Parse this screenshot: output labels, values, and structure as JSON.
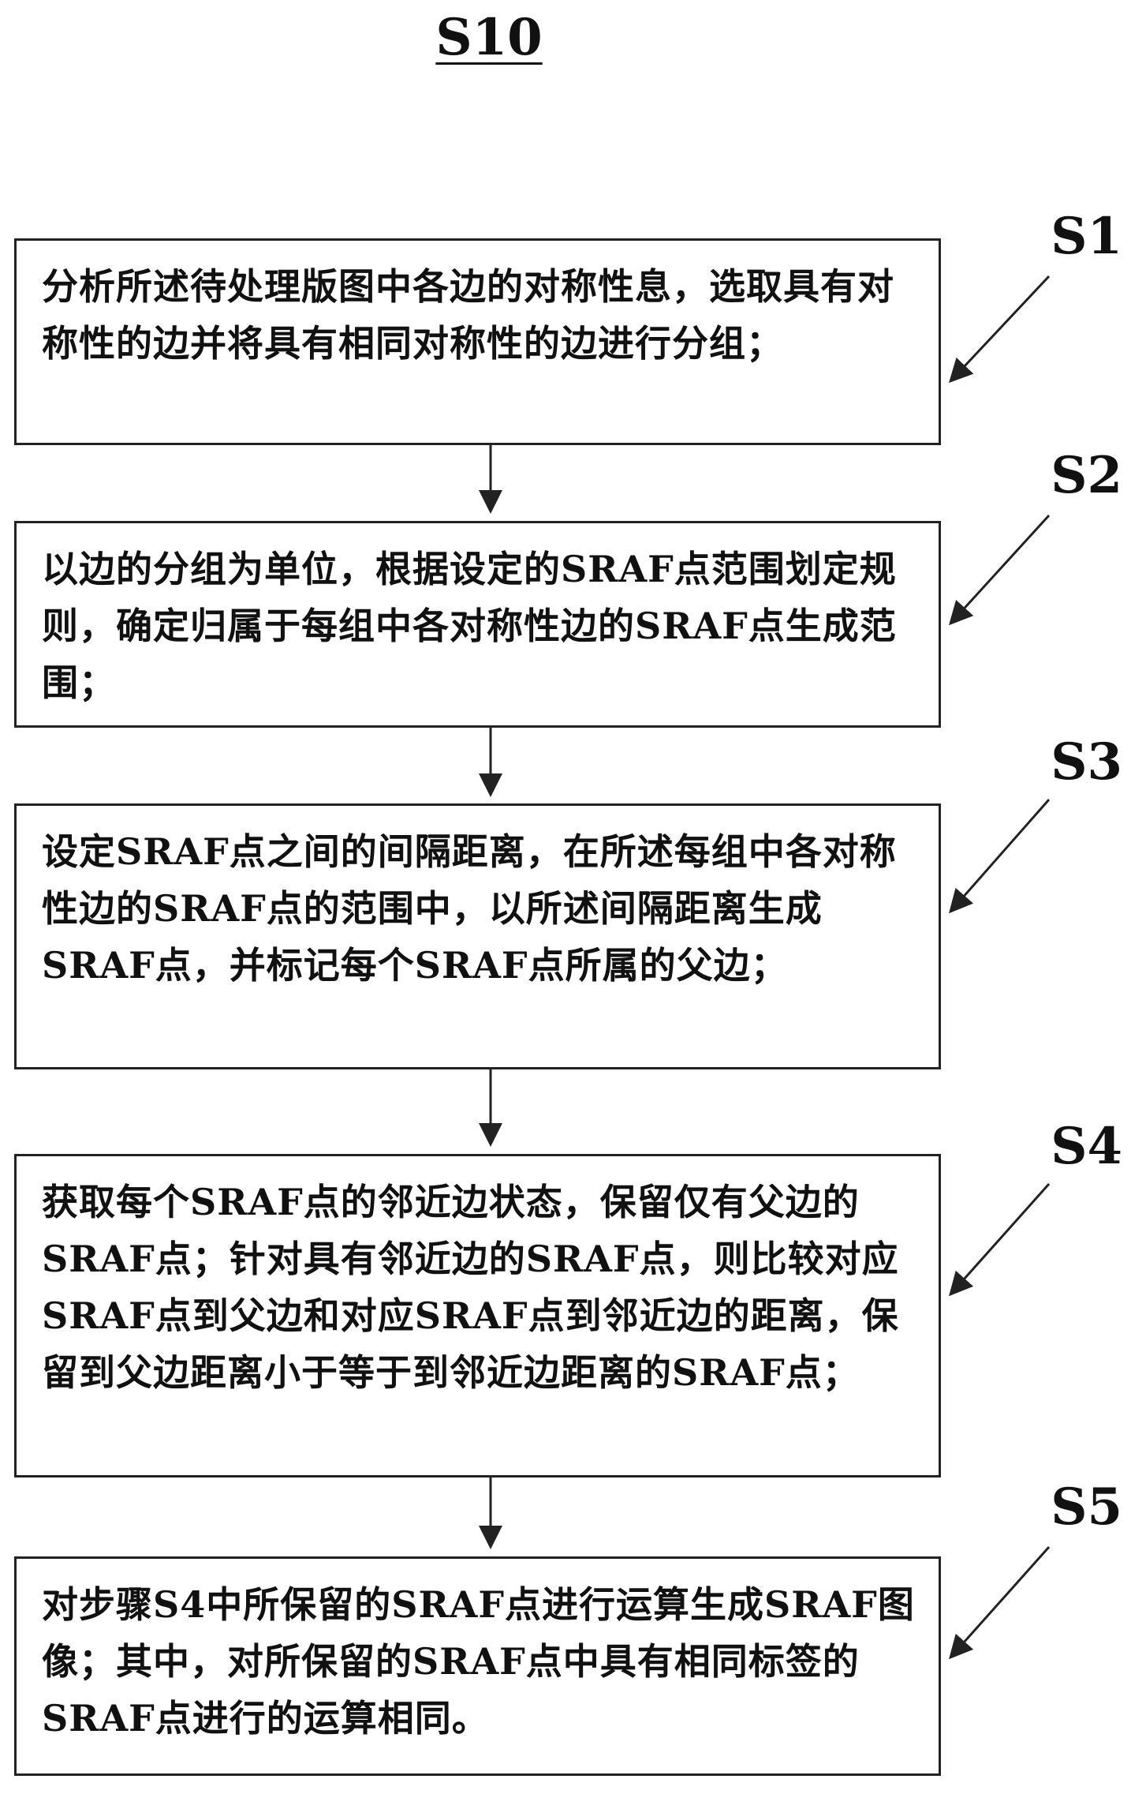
{
  "diagram": {
    "title": "S10",
    "steps": [
      {
        "id": "s1",
        "label": "S1",
        "text": "分析所述待处理版图中各边的对称性息，选取具有对称性的边并将具有相同对称性的边进行分组；"
      },
      {
        "id": "s2",
        "label": "S2",
        "text": "以边的分组为单位，根据设定的SRAF点范围划定规则，确定归属于每组中各对称性边的SRAF点生成范围；"
      },
      {
        "id": "s3",
        "label": "S3",
        "text": "设定SRAF点之间的间隔距离，在所述每组中各对称性边的SRAF点的范围中，以所述间隔距离生成SRAF点，并标记每个SRAF点所属的父边；"
      },
      {
        "id": "s4",
        "label": "S4",
        "text": "获取每个SRAF点的邻近边状态，保留仅有父边的SRAF点；针对具有邻近边的SRAF点，则比较对应SRAF点到父边和对应SRAF点到邻近边的距离，保留到父边距离小于等于到邻近边距离的SRAF点；"
      },
      {
        "id": "s5",
        "label": "S5",
        "text": "对步骤S4中所保留的SRAF点进行运算生成SRAF图像；其中，对所保留的SRAF点中具有相同标签的SRAF点进行的运算相同。"
      }
    ]
  }
}
